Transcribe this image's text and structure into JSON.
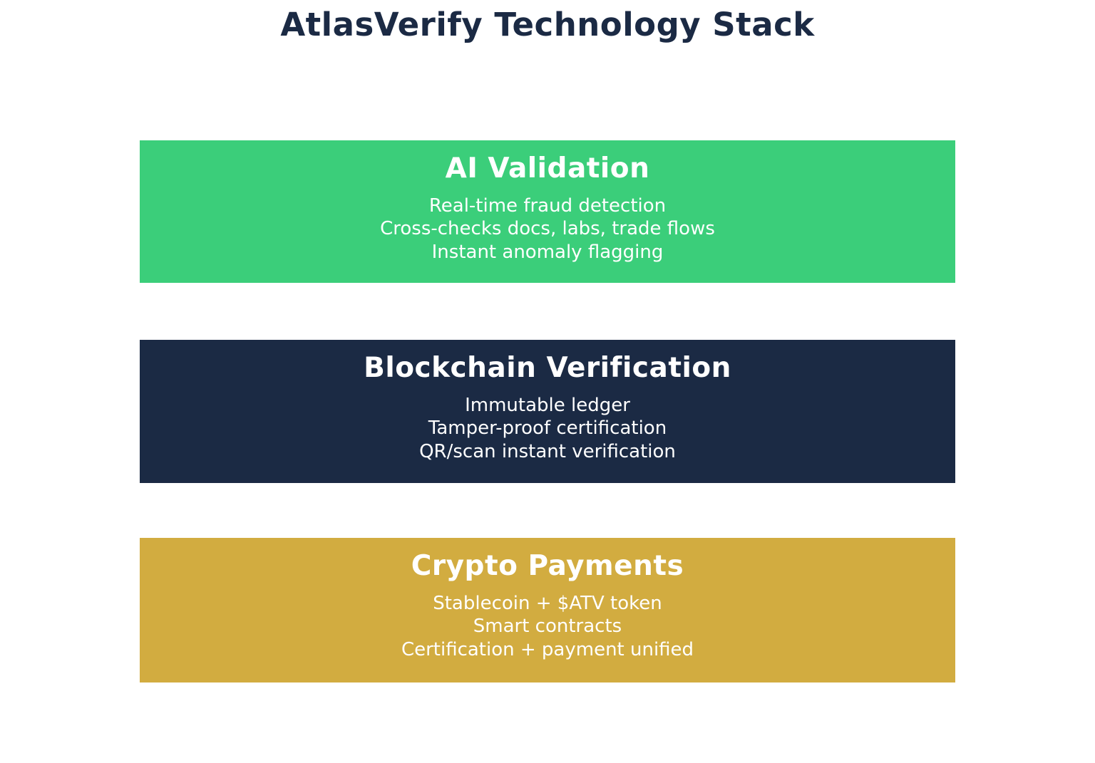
{
  "title": "AtlasVerify Technology Stack",
  "colors": {
    "background": "#ffffff",
    "title_text": "#1b2a44",
    "layer_text": "#ffffff"
  },
  "layers": [
    {
      "label": "AI Validation",
      "color": "#3bce7a",
      "lines": [
        "Real-time fraud detection",
        "Cross-checks docs, labs, trade flows",
        "Instant anomaly flagging"
      ]
    },
    {
      "label": "Blockchain Verification",
      "color": "#1b2a44",
      "lines": [
        "Immutable ledger",
        "Tamper-proof certification",
        "QR/scan instant verification"
      ]
    },
    {
      "label": "Crypto Payments",
      "color": "#d2ac40",
      "lines": [
        "Stablecoin + $ATV token",
        "Smart contracts",
        "Certification + payment unified"
      ]
    }
  ]
}
